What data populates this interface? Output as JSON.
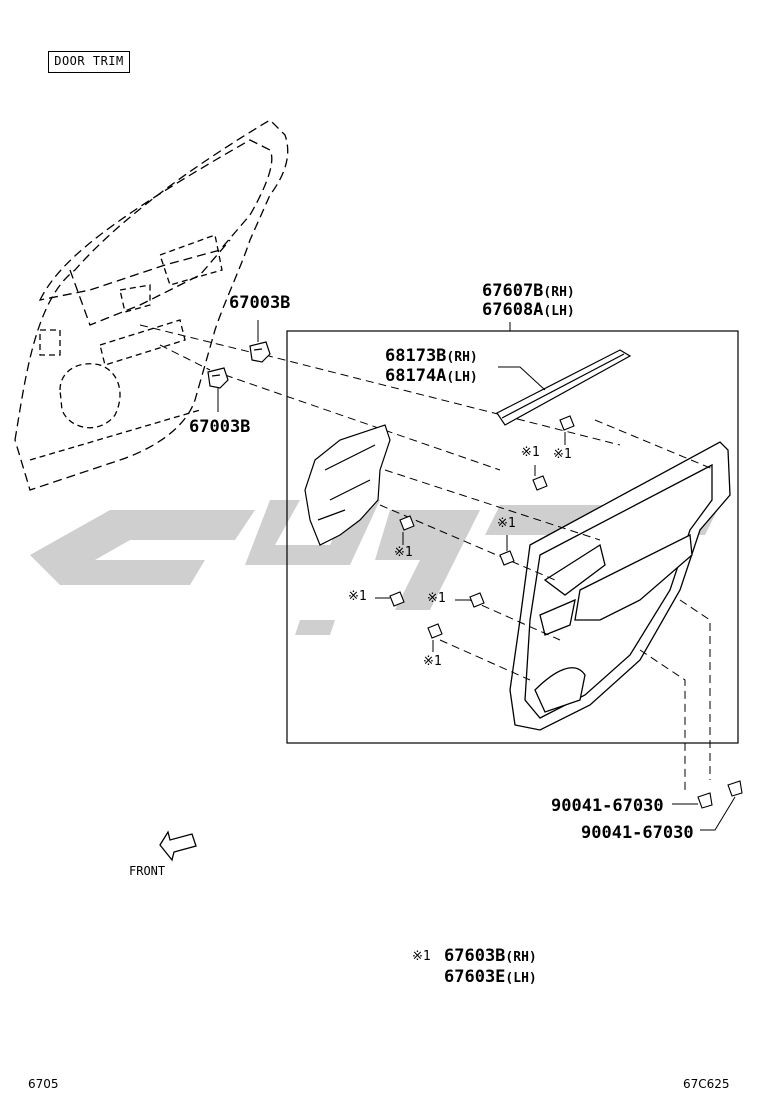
{
  "header": {
    "title": "DOOR TRIM"
  },
  "parts": {
    "clip_upper": "67003B",
    "clip_lower": "67003B",
    "trim_board_rh": "67607B",
    "trim_board_rh_side": "(RH)",
    "trim_board_lh": "67608A",
    "trim_board_lh_side": "(LH)",
    "weatherstrip_rh": "68173B",
    "weatherstrip_rh_side": "(RH)",
    "weatherstrip_lh": "68174A",
    "weatherstrip_lh_side": "(LH)",
    "screw_a": "90041-67030",
    "screw_b": "90041-67030",
    "legend_mark": "※1",
    "legend_rh": "67603B",
    "legend_rh_side": "(RH)",
    "legend_lh": "67603E",
    "legend_lh_side": "(LH)"
  },
  "markers": {
    "ref": "※1"
  },
  "direction": {
    "front_label": "FRONT"
  },
  "footer": {
    "left_code": "6705",
    "right_code": "67C625"
  },
  "colors": {
    "line": "#000000",
    "watermark": "#c8c8c8"
  }
}
